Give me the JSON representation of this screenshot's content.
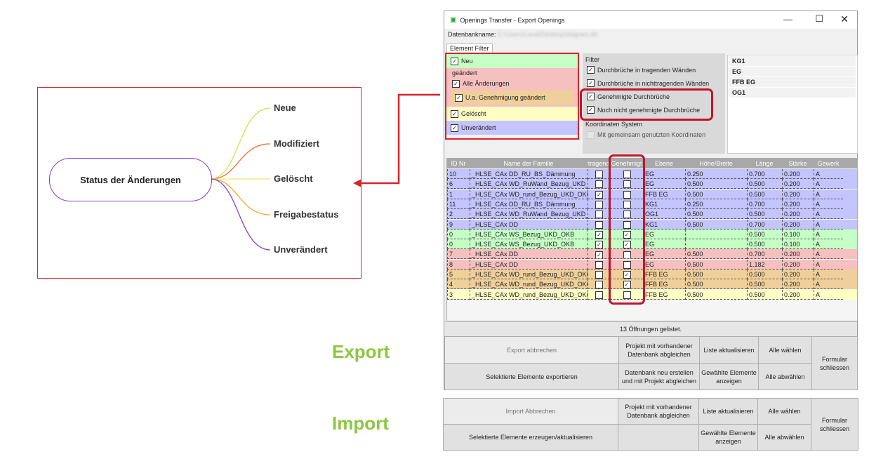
{
  "mindmap": {
    "center": "Status der Änderungen",
    "branches": [
      {
        "label": "Neue",
        "color": "#c8e84a"
      },
      {
        "label": "Modifiziert",
        "color": "#f26b3a"
      },
      {
        "label": "Gelöscht",
        "color": "#f5e663"
      },
      {
        "label": "Freigabestatus",
        "color": "#f5a623"
      },
      {
        "label": "Unverändert",
        "color": "#7b3fe4"
      }
    ]
  },
  "labels": {
    "export": "Export",
    "import": "Import"
  },
  "window": {
    "title": "Openings Transfer - Export Openings",
    "db_label": "Datenbankname:",
    "db_value": "C:\\Users\\Local\\Desktop\\diagram.db",
    "tab": "Element Filter",
    "status_filters": {
      "neu": "Neu",
      "geaendert": "geändert",
      "alle": "Alle Änderungen",
      "genehmigung": "U.a. Genehmigung geändert",
      "geloescht": "Gelöscht",
      "unveraendert": "Unverändert"
    },
    "filter": {
      "title": "Filter",
      "items": [
        "Durchbrüche in tragenden Wänden",
        "Durchbrüche in nichttragenden Wänden",
        "Genehmigte Durchbrüche",
        "Noch nicht genehmigte Durchbrüche"
      ]
    },
    "koordinaten": {
      "title": "Koordinaten System",
      "item": "Mit gemeinsam genutzten Koordinaten"
    },
    "levels": [
      "KG1",
      "EG",
      "FFB EG",
      "OG1"
    ],
    "columns": [
      "ID Nr",
      "Name der Familie",
      "tragend",
      "Genehmigt",
      "Ebene",
      "Höhe/Breite",
      "Länge",
      "Stärke",
      "Gewerk"
    ],
    "rows": [
      [
        "10",
        "_HLSE_CAx DD_RU_BS_Dämmung",
        false,
        false,
        "EG",
        "0.250",
        "0.700",
        "0.200",
        "A",
        "#c4c4ff"
      ],
      [
        "6",
        "_HLSE_CAx WD_RuWand_Bezug_UKD_OKB",
        false,
        false,
        "EG",
        "0.500",
        "0.500",
        "0.200",
        "A",
        "#c4c4ff"
      ],
      [
        "1",
        "_HLSE_CAx WD_rund_Bezug_UKD_OKB",
        true,
        false,
        "FFB EG",
        "0.500",
        "0.500",
        "0.200",
        "A",
        "#c4c4ff"
      ],
      [
        "11",
        "_HLSE_CAx DD_RU_BS_Dämmung",
        false,
        false,
        "KG1",
        "0.250",
        "0.700",
        "0.200",
        "A",
        "#c4c4ff"
      ],
      [
        "2",
        "_HLSE_CAx WD_RuWand_Bezug_UKD_OKB",
        false,
        false,
        "OG1",
        "0.500",
        "0.500",
        "0.200",
        "A",
        "#c4c4ff"
      ],
      [
        "9",
        "_HLSE_CAx DD",
        false,
        false,
        "KG1",
        "0.500",
        "0.700",
        "0.200",
        "A",
        "#c4c4ff"
      ],
      [
        "0",
        "_HLSE_CAx WS_Bezug_UKD_OKB",
        true,
        true,
        "EG",
        "",
        "0.500",
        "0.100",
        "A",
        "#c6ffc6"
      ],
      [
        "0",
        "_HLSE_CAx WS_Bezug_UKD_OKB",
        true,
        true,
        "EG",
        "",
        "0.500",
        "0.100",
        "A",
        "#c6ffc6"
      ],
      [
        "7",
        "_HLSE_CAx DD",
        true,
        false,
        "EG",
        "0.500",
        "0.700",
        "0.200",
        "A",
        "#f7c0c0"
      ],
      [
        "8",
        "_HLSE_CAx DD",
        false,
        false,
        "EG",
        "0.500",
        "1.182",
        "0.200",
        "A",
        "#f7c0c0"
      ],
      [
        "5",
        "_HLSE_CAx WD_rund_Bezug_UKD_OKB",
        false,
        true,
        "FFB EG",
        "0.500",
        "0.500",
        "0.200",
        "A",
        "#f0d09a"
      ],
      [
        "4",
        "_HLSE_CAx WD_rund_Bezug_UKD_OKB",
        false,
        true,
        "FFB EG",
        "0.500",
        "0.500",
        "0.200",
        "A",
        "#f0d09a"
      ],
      [
        "3",
        "_HLSE_CAx WD_rund_Bezug_UKD_OKB",
        false,
        false,
        "FFB EG",
        "0.500",
        "0.500",
        "0.200",
        "A",
        "#ffffc4"
      ]
    ],
    "status": "13 Öffnungen gelistet.",
    "export_buttons": {
      "abbrechen": "Export abbrechen",
      "projekt": "Projekt mit vorhandener Datenbank abgleichen",
      "liste": "Liste aktualisieren",
      "alle_waehlen": "Alle wählen",
      "formular": "Formular schliessen",
      "exportieren": "Selektierte Elemente exportieren",
      "neu": "Datenbank neu erstellen und mit Projekt abgleichen",
      "anzeigen": "Gewählte Elemente anzeigen",
      "abwaehlen": "Alle abwählen"
    }
  },
  "import_buttons": {
    "abbrechen": "Import Abbrechen",
    "projekt": "Projekt mit vorhandener Datenbank abgleichen",
    "liste": "Liste aktualisieren",
    "alle_waehlen": "Alle wählen",
    "formular": "Formular schliessen",
    "erzeugen": "Selektierte Elemente erzeugen/aktualisieren",
    "anzeigen": "Gewählte Elemente anzeigen",
    "abwaehlen": "Alle abwählen"
  }
}
